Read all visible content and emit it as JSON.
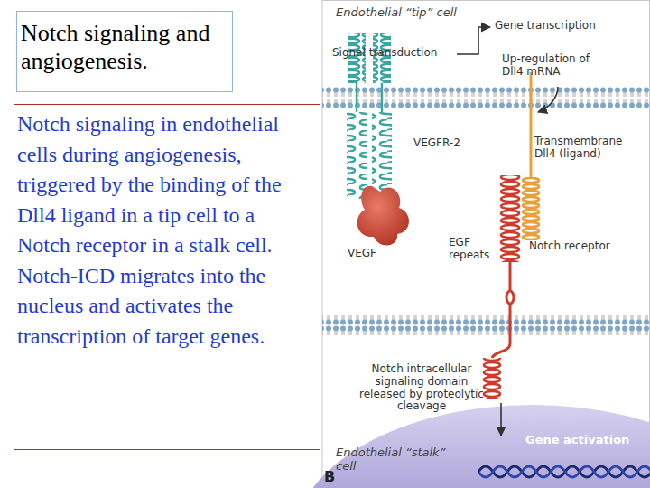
{
  "diagram": {
    "nodes": [
      {
        "text": [
          "Notch signaling and angiogenesis."
        ]
      },
      {
        "text": [
          "Notch signaling in endothelial cells during angiogenesis, triggered by the binding of the Dll4 ligand in a tip cell to a Notch receptor in a stalk cell. Notch-ICD migrates into the nucleus and activates the transcription of target genes."
        ]
      }
    ],
    "labels": [
      "Endothelial “tip” cell",
      "Signal transduction",
      "Gene transcription",
      "Up-regulation of Dll4 mRNA",
      "VEGFR-2",
      "Transmembrane Dll4 (ligand)",
      "VEGF",
      "EGF repeats",
      "Notch receptor",
      "Notch intracellular signaling domain released by proteolytic cleavage",
      "Gene activation",
      "Endothelial “stalk” cell",
      "B"
    ]
  }
}
